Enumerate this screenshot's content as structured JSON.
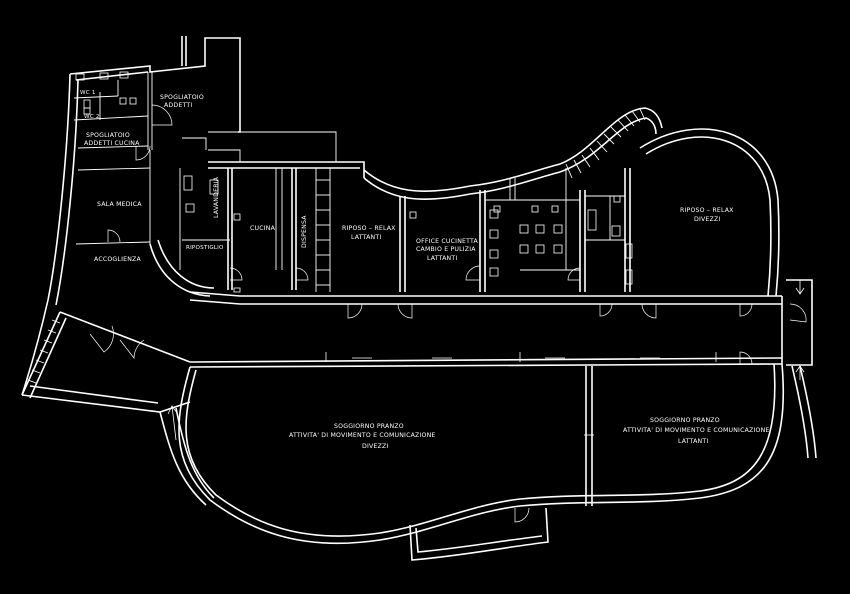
{
  "rooms": {
    "spogliatoio_addetti": [
      "SPOGLIATOIO",
      "ADDETTI"
    ],
    "wc1": "WC 1",
    "wc2": "WC 2",
    "spogliatoio_cucina": [
      "SPOGLIATOIO",
      "ADDETTI CUCINA"
    ],
    "sala_medica": "SALA MEDICA",
    "accoglienza": "ACCOGLIENZA",
    "lavanderia": "LAVANDERIA",
    "ripostiglio": "RIPOSTIGLIO",
    "cucina": "CUCINA",
    "dispensa": "DISPENSA",
    "riposo_lattanti": [
      "RIPOSO – RELAX",
      "LATTANTI"
    ],
    "office": [
      "OFFICE CUCINETTA",
      "CAMBIO E PULIZIA",
      "LATTANTI"
    ],
    "riposo_divezzi": [
      "RIPOSO – RELAX",
      "DIVEZZI"
    ],
    "soggiorno_divezzi": [
      "SOGGIORNO PRANZO",
      "ATTIVITA' DI MOVIMENTO E COMUNICAZIONE",
      "DIVEZZI"
    ],
    "soggiorno_lattanti": [
      "SOGGIORNO PRANZO",
      "ATTIVITA' DI MOVIMENTO E COMUNICAZIONE",
      "LATTANTI"
    ]
  },
  "colors": {
    "background": "#000000",
    "lines": "#ffffff"
  }
}
